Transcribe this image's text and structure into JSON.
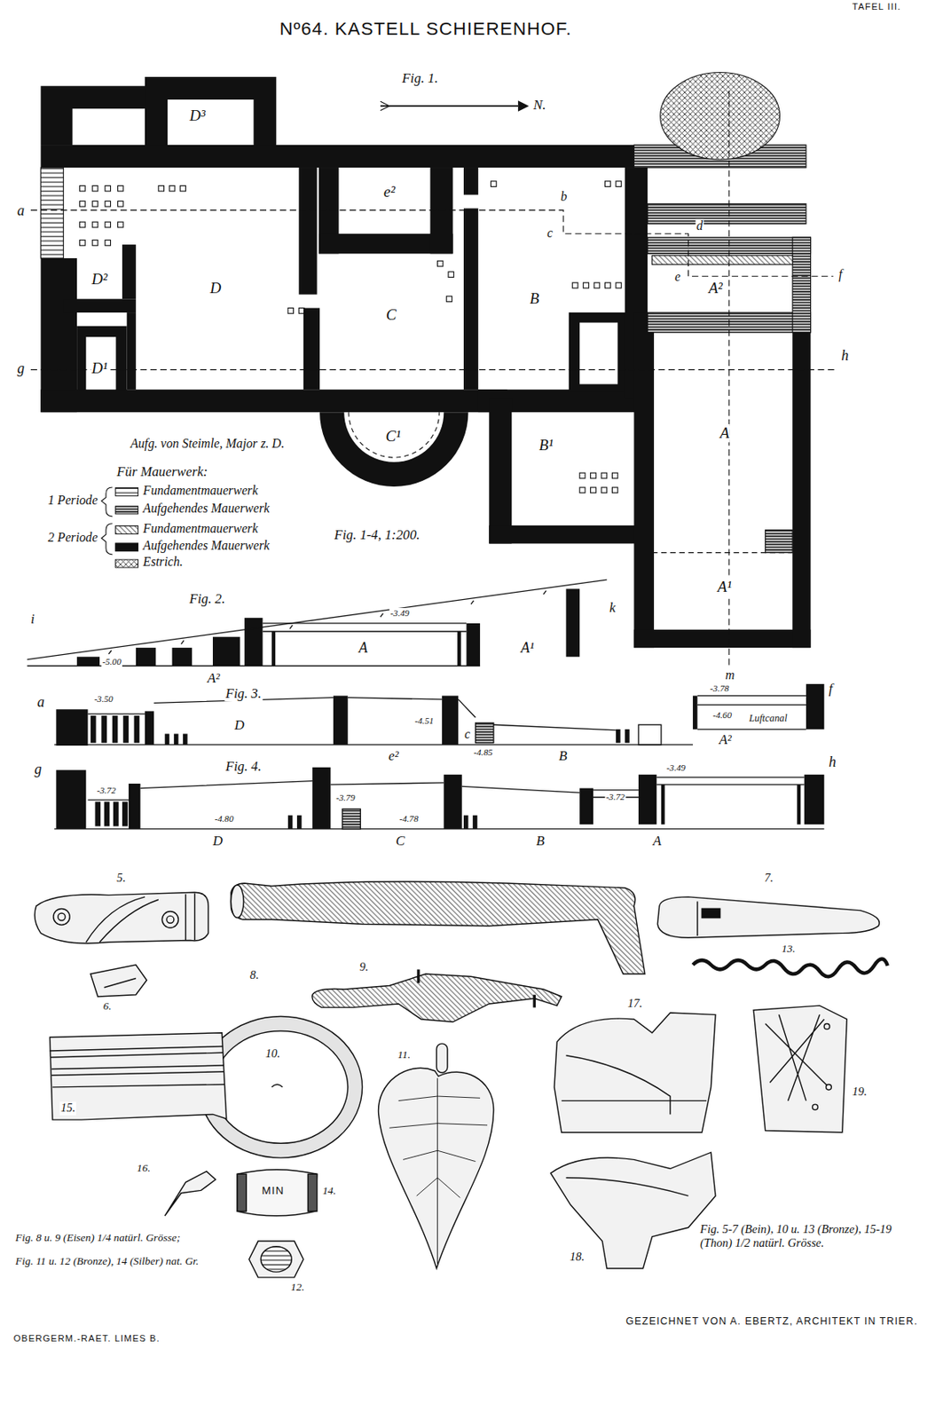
{
  "diagram": {
    "title": "Nº64. KASTELL SCHIERENHOF.",
    "nodes": [
      {
        "text": [
          "D³"
        ]
      },
      {
        "text": [
          "e²"
        ]
      },
      {
        "text": [
          "D²"
        ]
      },
      {
        "text": [
          "D"
        ]
      },
      {
        "text": [
          "C"
        ]
      },
      {
        "text": [
          "B"
        ]
      },
      {
        "text": [
          "A²"
        ]
      },
      {
        "text": [
          "D¹"
        ]
      },
      {
        "text": [
          "C¹"
        ]
      },
      {
        "text": [
          "B¹"
        ]
      },
      {
        "text": [
          "A"
        ]
      },
      {
        "text": [
          "A¹"
        ]
      }
    ],
    "labels": [
      "TAFEL III.",
      "Fig. 1.",
      "N.",
      "a",
      "b",
      "c",
      "d",
      "e",
      "f",
      "g",
      "h",
      "m",
      "Aufg. von Steimle, Major z. D.",
      "Für Mauerwerk:",
      "1 Periode",
      "2 Periode",
      "Fig. 1-4, 1:200.",
      "Fig. 2.",
      "i",
      "k",
      "-5.00",
      "-3.49",
      "A²",
      "A",
      "A¹",
      "a",
      "-3.50",
      "Fig. 3.",
      "D",
      "e²",
      "-4.51",
      "c",
      "-4.85",
      "B",
      "-3.78",
      "-4.60",
      "Luftcanal",
      "A²",
      "f",
      "g",
      "Fig. 4.",
      "-3.72",
      "D",
      "-4.80",
      "-3.79",
      "C",
      "-4.78",
      "B",
      "-3.72",
      "-3.49",
      "A",
      "h",
      "5.",
      "6.",
      "7.",
      "8.",
      "9.",
      "10.",
      "11.",
      "12.",
      "13.",
      "14.",
      "15.",
      "16.",
      "17.",
      "18.",
      "19.",
      "MIN",
      "Fig. 8 u. 9 (Eisen) 1/4 natürl. Grösse;",
      "Fig. 11 u. 12 (Bronze), 14 (Silber) nat. Gr.",
      "Fig. 5-7 (Bein), 10 u. 13 (Bronze), 15-19 (Thon) 1/2 natürl. Grösse.",
      "GEZEICHNET VON A. EBERTZ, ARCHITEKT IN TRIER.",
      "OBERGERM.-RAET. LIMES B."
    ],
    "legend": [
      {
        "text": "Fundamentmauerwerk"
      },
      {
        "text": "Aufgehendes Mauerwerk"
      },
      {
        "text": "Fundamentmauerwerk"
      },
      {
        "text": "Aufgehendes Mauerwerk"
      },
      {
        "text": "Estrich."
      }
    ]
  }
}
